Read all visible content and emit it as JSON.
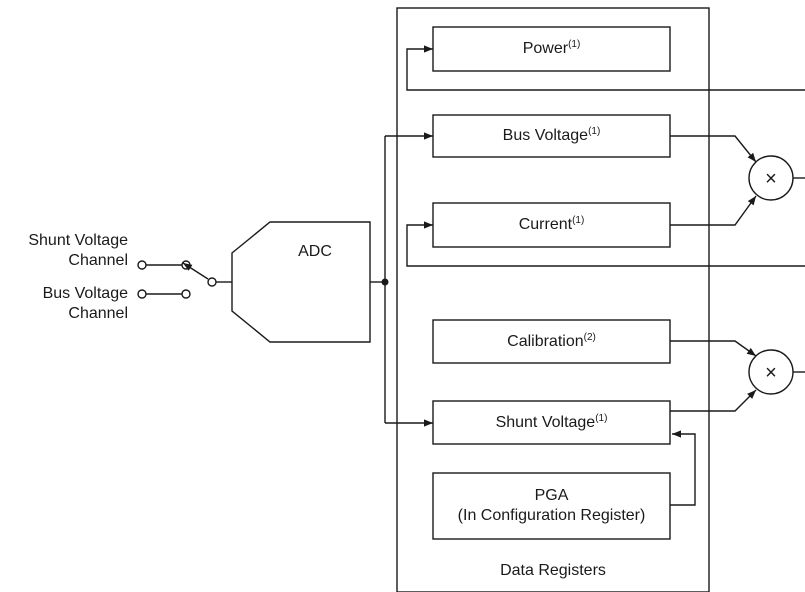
{
  "inputs": {
    "shunt_line1": "Shunt Voltage",
    "shunt_line2": "Channel",
    "bus_line1": "Bus Voltage",
    "bus_line2": "Channel"
  },
  "adc": {
    "label": "ADC"
  },
  "registers": {
    "power": {
      "label": "Power",
      "note": "(1)"
    },
    "bus_voltage": {
      "label": "Bus Voltage",
      "note": "(1)"
    },
    "current": {
      "label": "Current",
      "note": "(1)"
    },
    "calibration": {
      "label": "Calibration",
      "note": "(2)"
    },
    "shunt_voltage": {
      "label": "Shunt Voltage",
      "note": "(1)"
    },
    "pga": {
      "line1": "PGA",
      "line2": "(In Configuration Register)"
    },
    "group_label": "Data Registers"
  },
  "multipliers": {
    "symbol": "×"
  }
}
